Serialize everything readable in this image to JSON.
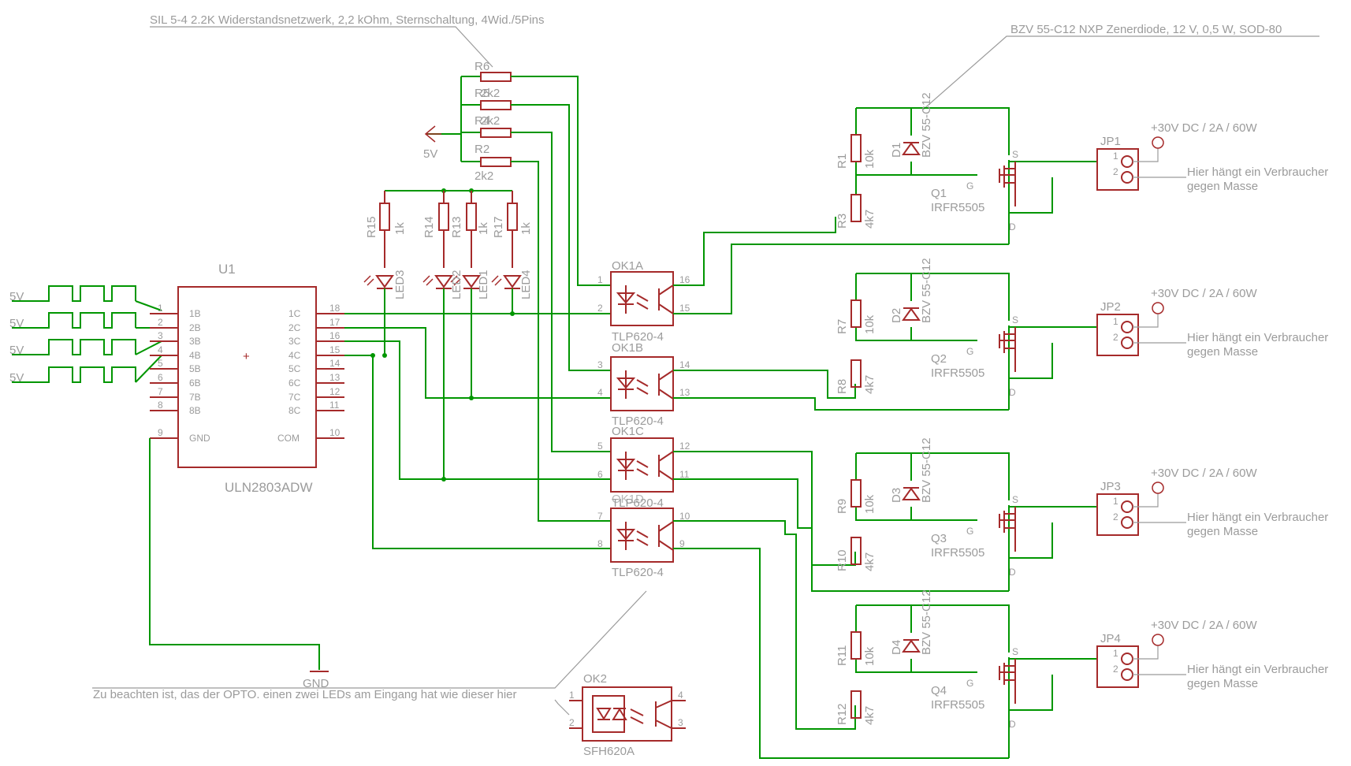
{
  "notes": {
    "resistor_network": "SIL 5-4 2.2K Widerstandsnetzwerk, 2,2 kOhm, Sternschaltung, 4Wid./5Pins",
    "zener": "BZV 55-C12 NXP Zenerdiode, 12 V, 0,5 W, SOD-80",
    "opto_note": "Zu beachten ist, das der OPTO. einen zwei LEDs am Eingang hat wie dieser hier"
  },
  "u1": {
    "name": "U1",
    "value": "ULN2803ADW",
    "left_pins": [
      "1",
      "2",
      "3",
      "4",
      "5",
      "6",
      "7",
      "8"
    ],
    "left_labels": [
      "1B",
      "2B",
      "3B",
      "4B",
      "5B",
      "6B",
      "7B",
      "8B"
    ],
    "right_pins": [
      "18",
      "17",
      "16",
      "15",
      "14",
      "13",
      "12",
      "11"
    ],
    "right_labels": [
      "1C",
      "2C",
      "3C",
      "4C",
      "5C",
      "6C",
      "7C",
      "8C"
    ],
    "gnd_pin": "9",
    "gnd_label": "GND",
    "com_pin": "10",
    "com_label": "COM"
  },
  "inputs": [
    "5V",
    "5V",
    "5V",
    "5V"
  ],
  "supply_5v": "5V",
  "gnd_label": "GND",
  "r_net": [
    {
      "name": "R6",
      "value": "2k2"
    },
    {
      "name": "R5",
      "value": "2k2"
    },
    {
      "name": "R4",
      "value": "2k2"
    },
    {
      "name": "R2",
      "value": "2k2"
    }
  ],
  "led_resistors": [
    {
      "name": "R15",
      "value": "1k"
    },
    {
      "name": "R14",
      "value": "1k"
    },
    {
      "name": "R13",
      "value": "1k"
    },
    {
      "name": "R17",
      "value": "1k"
    }
  ],
  "leds": [
    "LED3",
    "LED2",
    "LED1",
    "LED4"
  ],
  "optos": [
    {
      "name": "OK1A",
      "value": "TLP620-4",
      "pins": [
        "1",
        "2",
        "16",
        "15"
      ]
    },
    {
      "name": "OK1B",
      "value": "TLP620-4",
      "pins": [
        "3",
        "4",
        "14",
        "13"
      ]
    },
    {
      "name": "OK1C",
      "value": "TLP620-4",
      "pins": [
        "5",
        "6",
        "12",
        "11"
      ]
    },
    {
      "name": "OK1D",
      "value": "TLP620-4",
      "pins": [
        "7",
        "8",
        "10",
        "9"
      ]
    }
  ],
  "ok2": {
    "name": "OK2",
    "value": "SFH620A",
    "pins": [
      "1",
      "2",
      "4",
      "3"
    ]
  },
  "channels": [
    {
      "r_top": "R1",
      "r_top_val": "10k",
      "r_bot": "R3",
      "r_bot_val": "4k7",
      "diode": "D1",
      "diode_val": "BZV 55-C12",
      "q": "Q1",
      "q_val": "IRFR5505",
      "jp": "JP1",
      "supply": "+30V DC / 2A / 60W",
      "load1": "Hier hängt ein Verbraucher",
      "load2": "gegen Masse"
    },
    {
      "r_top": "R7",
      "r_top_val": "10k",
      "r_bot": "R8",
      "r_bot_val": "4k7",
      "diode": "D2",
      "diode_val": "BZV 55-C12",
      "q": "Q2",
      "q_val": "IRFR5505",
      "jp": "JP2",
      "supply": "+30V DC / 2A / 60W",
      "load1": "Hier hängt ein Verbraucher",
      "load2": "gegen Masse"
    },
    {
      "r_top": "R9",
      "r_top_val": "10k",
      "r_bot": "R10",
      "r_bot_val": "4k7",
      "diode": "D3",
      "diode_val": "BZV 55-C12",
      "q": "Q3",
      "q_val": "IRFR5505",
      "jp": "JP3",
      "supply": "+30V DC / 2A / 60W",
      "load1": "Hier hängt ein Verbraucher",
      "load2": "gegen Masse"
    },
    {
      "r_top": "R11",
      "r_top_val": "10k",
      "r_bot": "R12",
      "r_bot_val": "4k7",
      "diode": "D4",
      "diode_val": "BZV 55-C12",
      "q": "Q4",
      "q_val": "IRFR5505",
      "jp": "JP4",
      "supply": "+30V DC / 2A / 60W",
      "load1": "Hier hängt ein Verbraucher",
      "load2": "gegen Masse"
    }
  ],
  "mosfet_pins": {
    "s": "S",
    "g": "G",
    "d": "D"
  },
  "jp_pins": [
    "1",
    "2"
  ]
}
